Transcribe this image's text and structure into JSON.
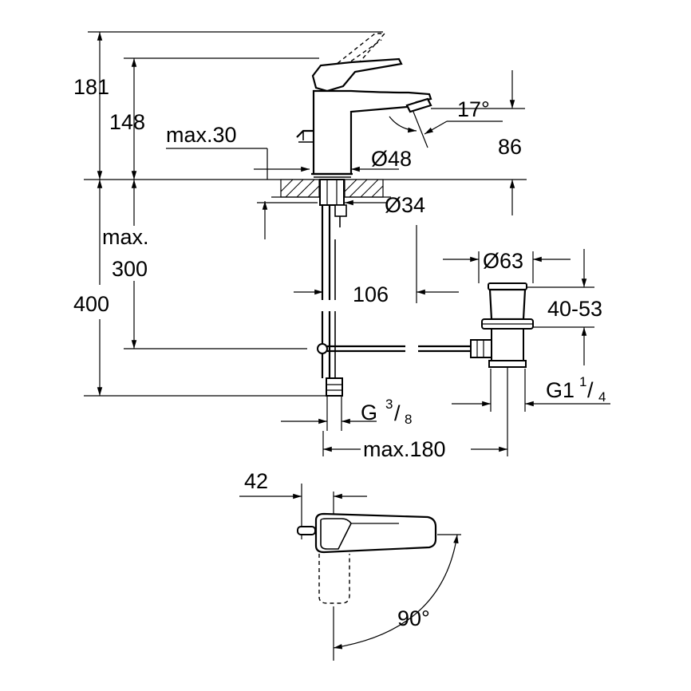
{
  "dimensions": {
    "d181": "181",
    "d148": "148",
    "max30": "max.30",
    "d48": "Ø48",
    "d17deg": "17°",
    "d86": "86",
    "d34": "Ø34",
    "max_label": "max.",
    "d300": "300",
    "d400": "400",
    "d63": "Ø63",
    "d106": "106",
    "d40_53": "40-53",
    "g38_base": "G",
    "g38_num": "3",
    "g38_den": "8",
    "g114_base": "G1",
    "g114_num": "1",
    "g114_den": "4",
    "max180": "max.180",
    "d42": "42",
    "d90deg": "90°"
  }
}
